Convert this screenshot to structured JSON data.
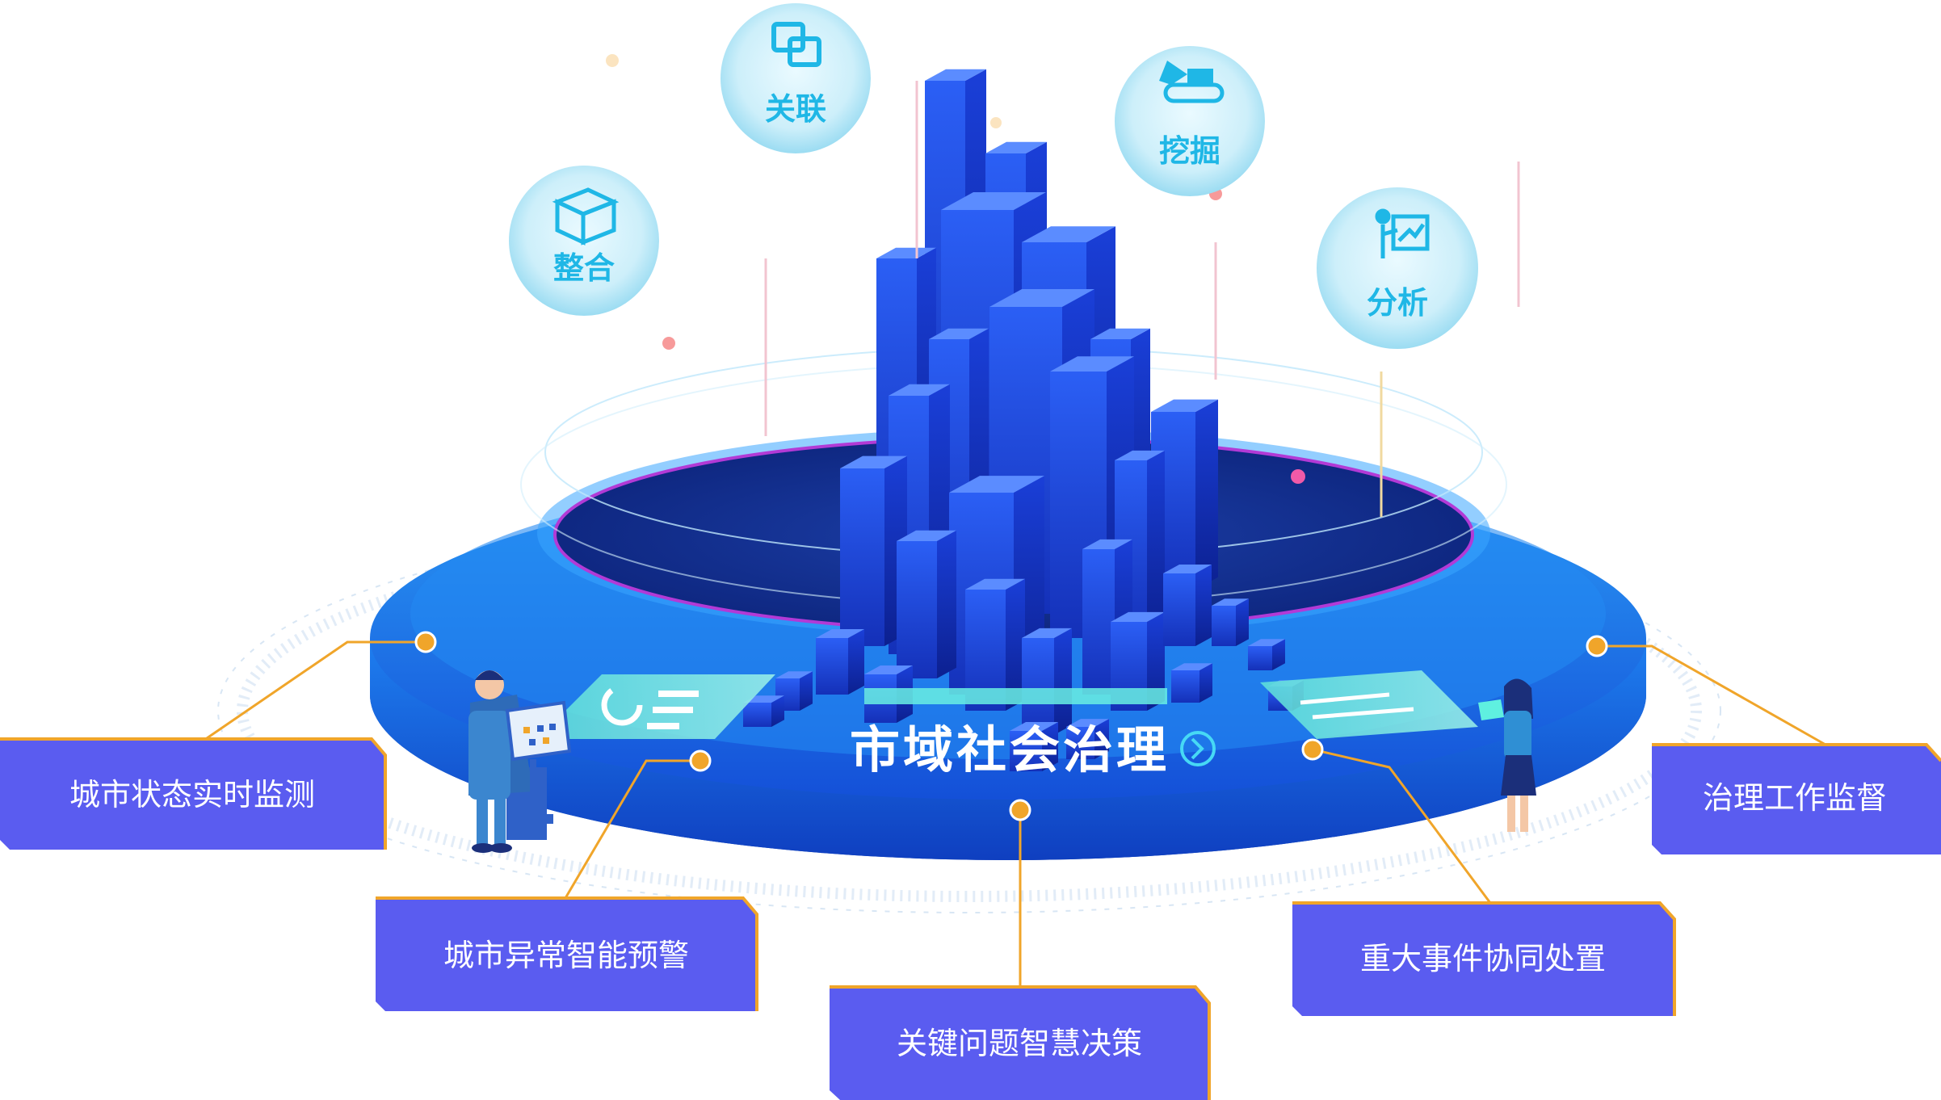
{
  "title": "市域社会治理",
  "bubbles": [
    {
      "label": "关联",
      "icon": "link-icon"
    },
    {
      "label": "挖掘",
      "icon": "excavator-icon"
    },
    {
      "label": "整合",
      "icon": "box-icon"
    },
    {
      "label": "分析",
      "icon": "presentation-icon"
    }
  ],
  "features": [
    {
      "label": "城市状态实时监测"
    },
    {
      "label": "城市异常智能预警"
    },
    {
      "label": "关键问题智慧决策"
    },
    {
      "label": "重大事件协同处置"
    },
    {
      "label": "治理工作监督"
    }
  ],
  "colors": {
    "platform": "#1a6ff0",
    "bubble": "#d6f3fb",
    "bubble_text": "#1fb7e6",
    "box": "#5a5cf0",
    "box_border": "#f0a52a",
    "connector": "#f0a52a"
  }
}
